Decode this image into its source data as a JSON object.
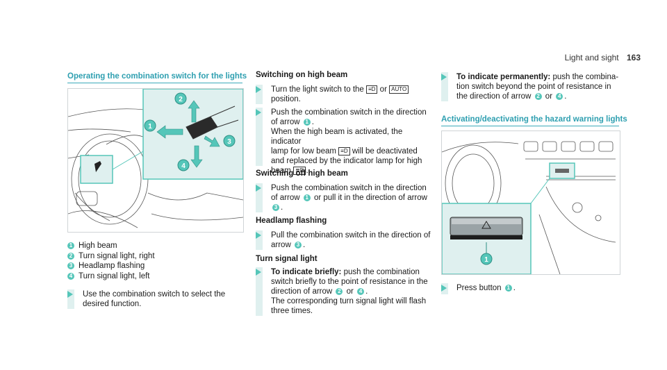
{
  "header": {
    "section": "Light and sight",
    "page": "163"
  },
  "left": {
    "title": "Operating the combination switch for the lights",
    "legend": [
      {
        "n": "1",
        "text": "High beam"
      },
      {
        "n": "2",
        "text": "Turn signal light, right"
      },
      {
        "n": "3",
        "text": "Headlamp flashing"
      },
      {
        "n": "4",
        "text": "Turn signal light, left"
      }
    ],
    "step": "Use the combination switch to select the\ndesired function.",
    "callouts": [
      "1",
      "2",
      "3",
      "4"
    ]
  },
  "middle": {
    "h1": "Switching on high beam",
    "s1a_1": "Turn the light switch to the",
    "s1a_or": "or",
    "s1a_2": "position.",
    "glyph_lowbeam": "≡D",
    "glyph_auto": "AUTO",
    "glyph_highbeam": "≣D",
    "s1b_1": "Push the combination switch in the direction\nof arrow",
    "s1b_n": "1",
    "s1b_2": ".\nWhen the high beam is activated, the indicator\nlamp for low beam",
    "s1b_3": "will be deactivated\nand replaced by the indicator lamp for high\nbeam",
    "s1b_4": ".",
    "h2": "Switching off high beam",
    "s2_1": "Push the combination switch in the direction\nof arrow",
    "s2_n1": "1",
    "s2_2": "or pull it in the direction of arrow",
    "s2_n3": "3",
    "s2_3": ".",
    "h3": "Headlamp flashing",
    "s3_1": "Pull the combination switch in the direction of\narrow",
    "s3_n": "3",
    "s3_2": ".",
    "h4": "Turn signal light",
    "s4_bold": "To indicate briefly:",
    "s4_1": " push the combination\nswitch briefly to the point of resistance in the\ndirection of arrow",
    "s4_n2": "2",
    "s4_or": "or",
    "s4_n4": "4",
    "s4_2": ".\nThe corresponding turn signal light will flash\nthree times."
  },
  "right": {
    "s5_bold": "To indicate permanently:",
    "s5_1": " push the combina-\ntion switch beyond the point of resistance in\nthe direction of arrow",
    "s5_n2": "2",
    "s5_or": "or",
    "s5_n4": "4",
    "s5_2": ".",
    "title": "Activating/deactivating the hazard warning lights",
    "fig_callout": "1",
    "step_1": "Press button",
    "step_n": "1",
    "step_2": "."
  },
  "colors": {
    "accent": "#2e9fb0",
    "callout": "#55c6b9",
    "highlight": "#dff0ef"
  }
}
